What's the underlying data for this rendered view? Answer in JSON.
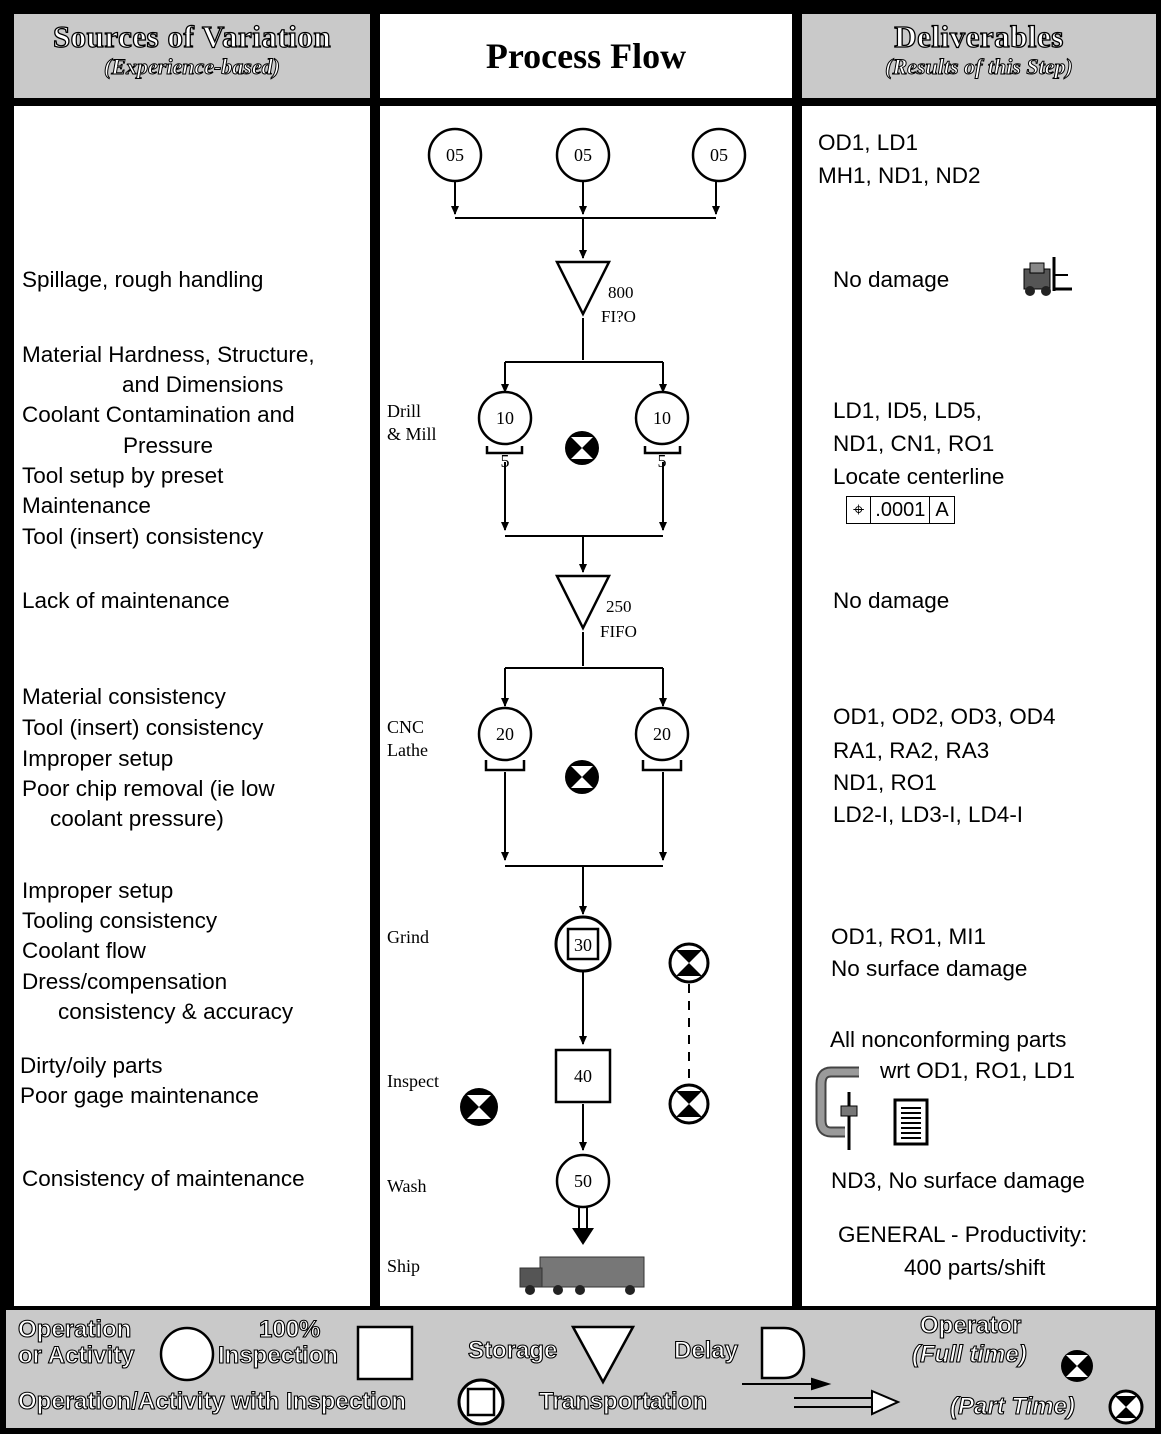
{
  "header": {
    "left_title": "Sources of Variation",
    "left_subtitle": "(Experience-based)",
    "middle_title": "Process  Flow",
    "right_title": "Deliverables",
    "right_subtitle": "(Results of this Step)"
  },
  "sources": [
    {
      "text": "Spillage, rough handling"
    },
    {
      "text": "Material Hardness, Structure,"
    },
    {
      "text": "and Dimensions"
    },
    {
      "text": "Coolant Contamination and"
    },
    {
      "text": "Pressure"
    },
    {
      "text": "Tool setup by preset"
    },
    {
      "text": "Maintenance"
    },
    {
      "text": "Tool (insert) consistency"
    },
    {
      "text": "Lack of maintenance"
    },
    {
      "text": "Material consistency"
    },
    {
      "text": "Tool (insert) consistency"
    },
    {
      "text": "Improper setup"
    },
    {
      "text": "Poor chip removal (ie low"
    },
    {
      "text": "coolant pressure)"
    },
    {
      "text": "Improper setup"
    },
    {
      "text": "Tooling consistency"
    },
    {
      "text": "Coolant flow"
    },
    {
      "text": "Dress/compensation"
    },
    {
      "text": "consistency & accuracy"
    },
    {
      "text": "Dirty/oily parts"
    },
    {
      "text": "Poor gage maintenance"
    },
    {
      "text": "Consistency of maintenance"
    }
  ],
  "deliverables": [
    {
      "text": "OD1, LD1"
    },
    {
      "text": "MH1, ND1, ND2"
    },
    {
      "text": "No damage"
    },
    {
      "text": "LD1, ID5, LD5,"
    },
    {
      "text": "ND1, CN1, RO1"
    },
    {
      "text": "Locate centerline"
    },
    {
      "text": "No damage"
    },
    {
      "text": "OD1, OD2, OD3, OD4"
    },
    {
      "text": "RA1, RA2, RA3"
    },
    {
      "text": "ND1, RO1"
    },
    {
      "text": "LD2-I, LD3-I, LD4-I"
    },
    {
      "text": "OD1, RO1, MI1"
    },
    {
      "text": "No surface damage"
    },
    {
      "text": "All nonconforming parts"
    },
    {
      "text": "wrt  OD1, RO1, LD1"
    },
    {
      "text": "ND3, No surface damage"
    },
    {
      "text": "GENERAL - Productivity:"
    },
    {
      "text": "400 parts/shift"
    }
  ],
  "tolerance": {
    "symbol": "⌖",
    "value": ".0001",
    "datum": "A"
  },
  "flow": {
    "ops": {
      "start": "05",
      "drill": "10",
      "drill_sub": "5",
      "lathe": "20",
      "grind": "30",
      "inspect": "40",
      "wash": "50"
    },
    "storage1": {
      "qty": "800",
      "rule": "FI?O"
    },
    "storage2": {
      "qty": "250",
      "rule": "FIFO"
    },
    "stations": {
      "drill_line1": "Drill",
      "drill_line2": "& Mill",
      "cnc_line1": "CNC",
      "cnc_line2": "Lathe",
      "grind": "Grind",
      "inspect": "Inspect",
      "wash": "Wash",
      "ship": "Ship"
    }
  },
  "legend": {
    "operation_line1": "Operation",
    "operation_line2": "or Activity",
    "inspection_line1": "100%",
    "inspection_line2": "Inspection",
    "storage": "Storage",
    "delay": "Delay",
    "operator": "Operator",
    "full_time": "(Full time)",
    "part_time": "(Part Time)",
    "op_with_inspection": "Operation/Activity with Inspection",
    "transportation": "Transportation"
  }
}
